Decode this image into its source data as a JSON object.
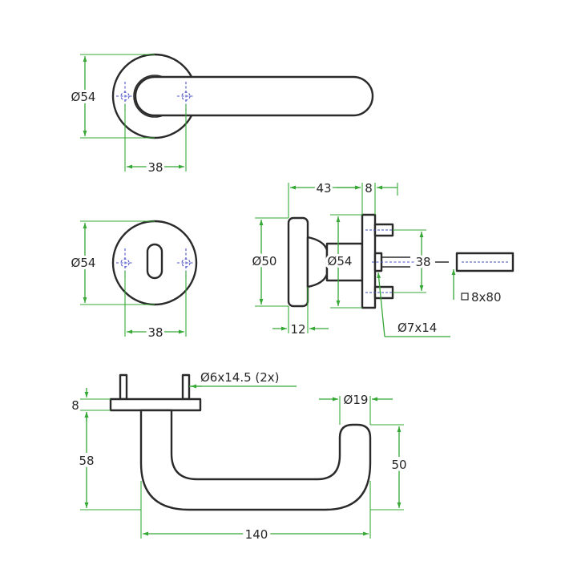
{
  "colors": {
    "outline": "#2a2a2a",
    "dimension": "#35a835",
    "centerline": "#4a52c8"
  },
  "dimensions": {
    "rose_diameter": "Ø54",
    "rose_screw_spacing": "38",
    "key_rose_diameter": "Ø54",
    "key_rose_screw_spacing": "38",
    "side_length_43": "43",
    "side_thickness_8": "8",
    "side_diameter_50": "Ø50",
    "side_diameter_54": "Ø54",
    "side_spacing_38": "38",
    "spindle": "8x80",
    "side_width_12": "12",
    "side_pin": "Ø7x14",
    "screws": "Ø6x14.5 (2x)",
    "grip_diameter": "Ø19",
    "rose_thickness_8": "8",
    "handle_height_58": "58",
    "handle_height_50": "50",
    "handle_length": "140"
  }
}
